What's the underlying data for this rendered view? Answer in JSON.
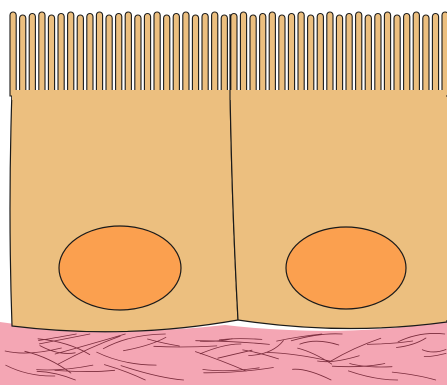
{
  "diagram": {
    "subject": "epithelial-cells-with-microvilli",
    "cells": [
      {
        "id": "cell-left",
        "has_nucleus": true
      },
      {
        "id": "cell-right",
        "has_nucleus": true
      }
    ],
    "colors": {
      "cytoplasm": "#ecbf7f",
      "nucleus": "#fba04f",
      "outline": "#1a1a1a",
      "basement_membrane": "#f4a6b4",
      "fibers": "#7a2c3c",
      "background": "#ffffff"
    },
    "labels": []
  }
}
